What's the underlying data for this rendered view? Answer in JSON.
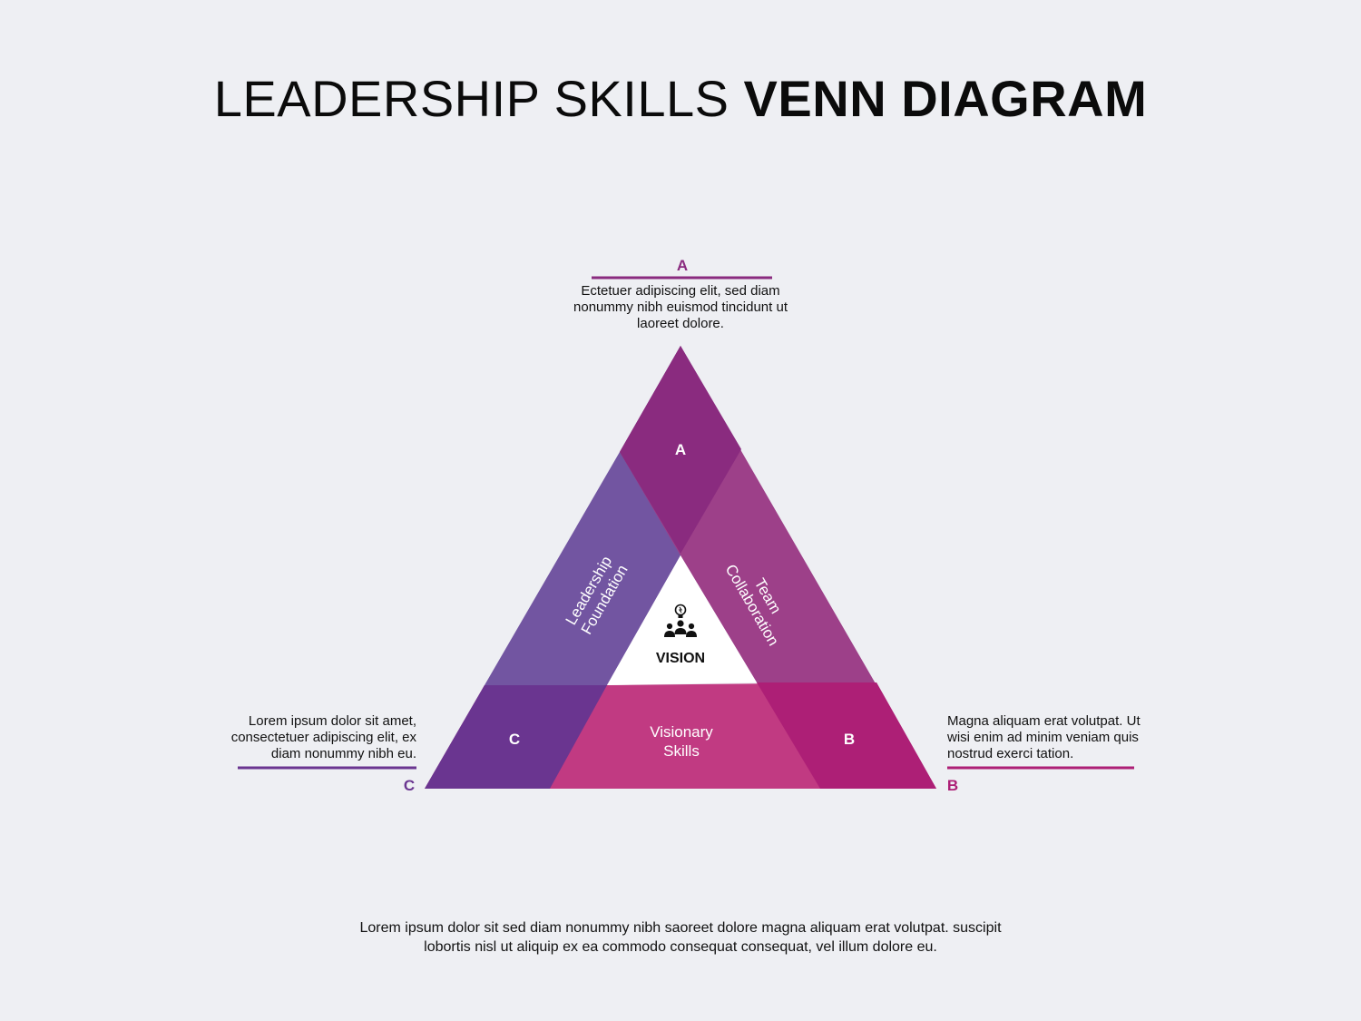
{
  "title": {
    "light": "LEADERSHIP SKILLS ",
    "bold": "VENN DIAGRAM"
  },
  "colors": {
    "background": "#eeeff3",
    "apex_a": "#8a2b7f",
    "apex_b": "#ad1f76",
    "apex_c": "#6a3590",
    "band_left": "#7255a1",
    "band_right": "#9d4089",
    "band_bottom": "#c13a82",
    "callout_a": "#8a2b7f",
    "callout_b": "#ad1f76",
    "callout_c": "#6a3590"
  },
  "sets": {
    "a": {
      "label": "A",
      "heading": "A",
      "text": "Ectetuer adipiscing elit, sed diam nonummy nibh euismod tincidunt ut laoreet dolore."
    },
    "b": {
      "label": "B",
      "heading": "B",
      "text": "Magna aliquam erat volutpat. Ut wisi enim ad minim veniam quis nostrud exerci tation."
    },
    "c": {
      "label": "C",
      "heading": "C",
      "text": "Lorem ipsum dolor sit amet, consectetuer adipiscing elit, ex diam nonummy nibh eu."
    }
  },
  "bands": {
    "left": {
      "line1": "Leadership",
      "line2": "Foundation"
    },
    "right": {
      "line1": "Team",
      "line2": "Collaboration"
    },
    "bottom": {
      "line1": "Visionary",
      "line2": "Skills"
    }
  },
  "center": {
    "label": "VISION",
    "icon": "team-idea-icon"
  },
  "footer": {
    "line1": "Lorem ipsum dolor sit sed diam nonummy nibh saoreet dolore magna aliquam erat volutpat. suscipit",
    "line2": "lobortis nisl ut aliquip ex ea commodo consequat  consequat, vel illum dolore eu."
  }
}
